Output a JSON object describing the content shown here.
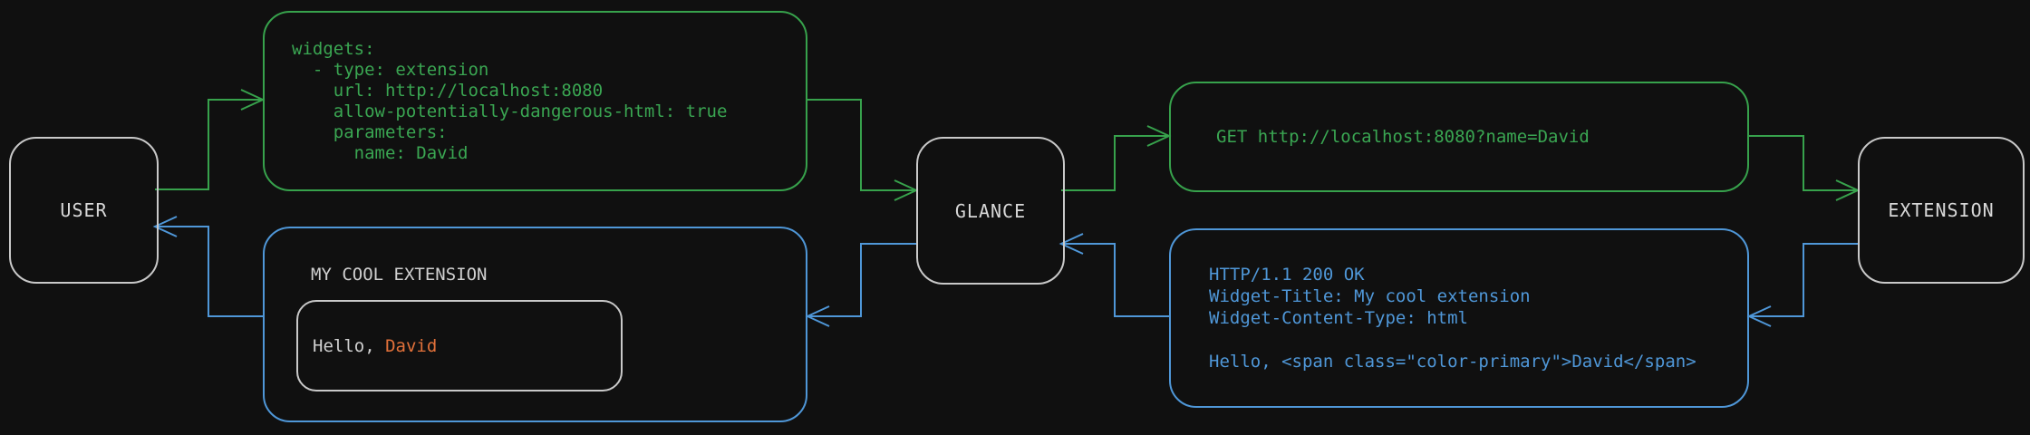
{
  "diagram": {
    "nodes": {
      "user": "USER",
      "glance": "GLANCE",
      "extension": "EXTENSION"
    },
    "config_request": {
      "lines": [
        "widgets:",
        "  - type: extension",
        "    url: http://localhost:8080",
        "    allow-potentially-dangerous-html: true",
        "    parameters:",
        "      name: David"
      ]
    },
    "http_request": {
      "text": "GET http://localhost:8080?name=David"
    },
    "http_response": {
      "lines": [
        "HTTP/1.1 200 OK",
        "Widget-Title: My cool extension",
        "Widget-Content-Type: html",
        "",
        "Hello, <span class=\"color-primary\">David</span>"
      ]
    },
    "widget_render": {
      "title": "MY COOL EXTENSION",
      "greeting_prefix": "Hello, ",
      "greeting_name": "David"
    },
    "colors": {
      "request_green": "#37a24c",
      "response_blue": "#4f97d8",
      "accent_orange": "#e2713a",
      "node_border": "#c9c9c9",
      "background": "#101010"
    }
  }
}
